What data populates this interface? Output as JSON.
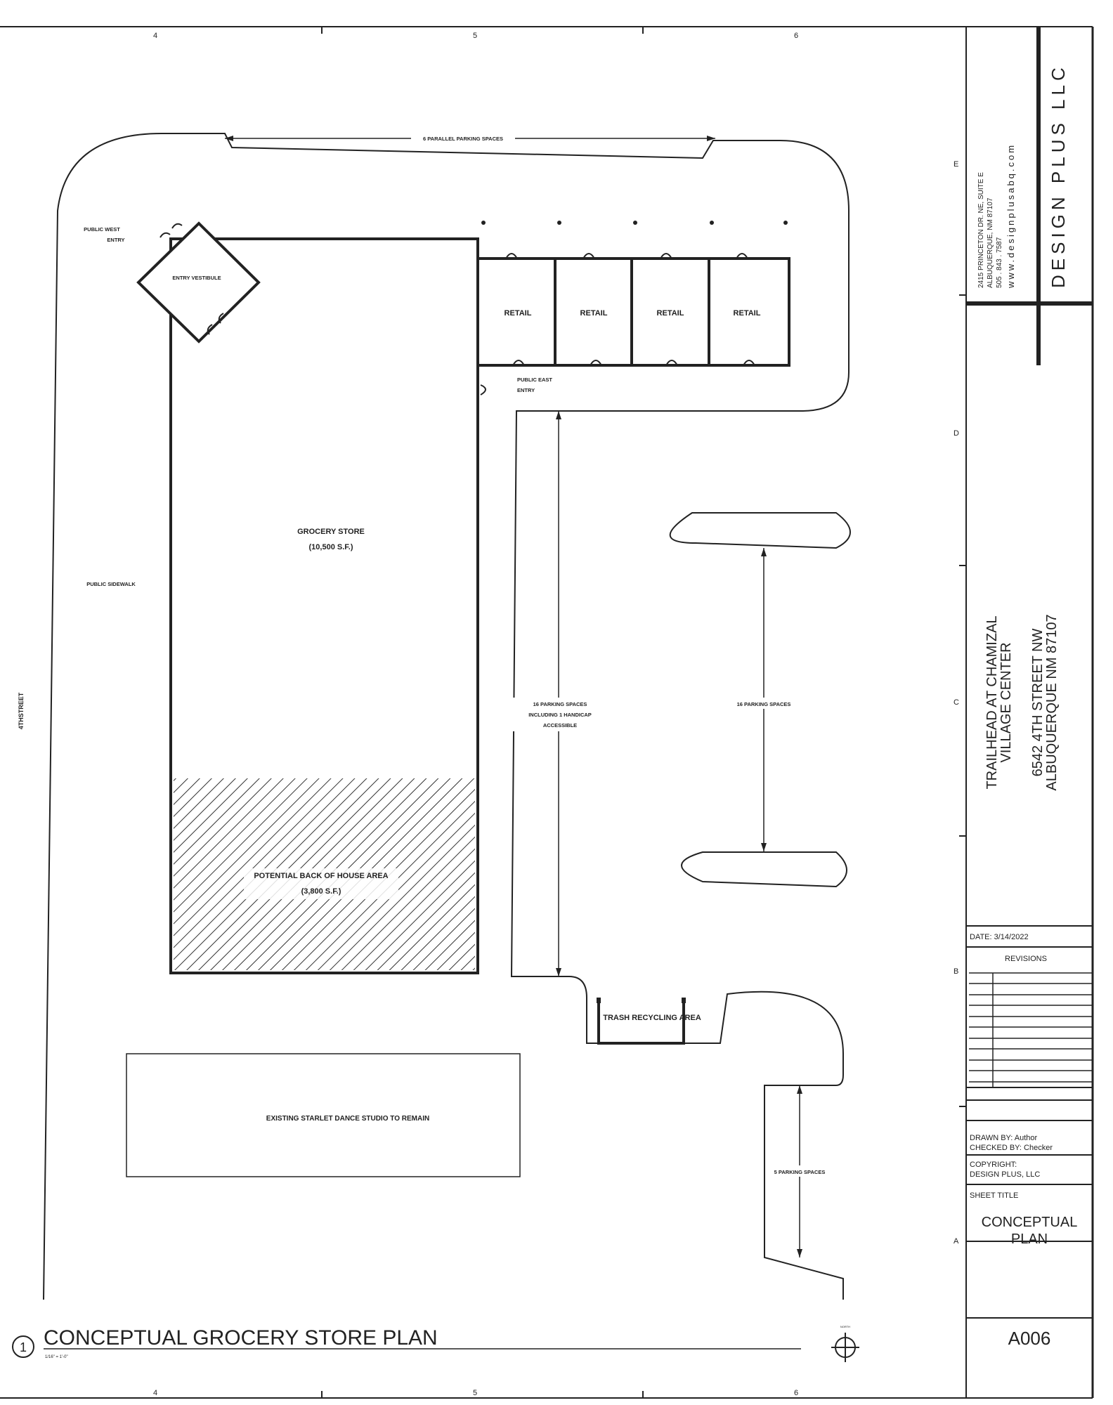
{
  "drawing": {
    "title": "CONCEPTUAL GROCERY STORE PLAN",
    "detail_number": "1",
    "scale": "1/16\" = 1'-0\"",
    "grid_top": [
      "4",
      "5",
      "6"
    ],
    "grid_bottom": [
      "4",
      "5",
      "6"
    ],
    "grid_side": [
      "E",
      "D",
      "C",
      "B",
      "A"
    ],
    "north_label": "NORTH"
  },
  "labels": {
    "parallel_parking": "6 PARALLEL PARKING SPACES",
    "public_west_entry_1": "PUBLIC WEST",
    "public_west_entry_2": "ENTRY",
    "entry_vestibule": "ENTRY VESTIBULE",
    "retail": [
      "RETAIL",
      "RETAIL",
      "RETAIL",
      "RETAIL"
    ],
    "public_east_entry_1": "PUBLIC EAST",
    "public_east_entry_2": "ENTRY",
    "grocery_store_1": "GROCERY STORE",
    "grocery_store_2": "(10,500 S.F.)",
    "public_sidewalk": "PUBLIC SIDEWALK",
    "street": "4THSTREET",
    "parking_left_1": "16 PARKING SPACES",
    "parking_left_2": "INCLUDING 1 HANDICAP",
    "parking_left_3": "ACCESSIBLE",
    "parking_right": "16 PARKING SPACES",
    "back_of_house_1": "POTENTIAL BACK OF HOUSE AREA",
    "back_of_house_2": "(3,800 S.F.)",
    "trash": "TRASH RECYCLING AREA",
    "dance_studio": "EXISTING STARLET DANCE STUDIO TO REMAIN",
    "parking_bottom": "5 PARKING SPACES"
  },
  "title_block": {
    "address_1": "2415 PRINCETON DR. NE, SUITE E",
    "address_2": "ALBUQUERQUE, NM 87107",
    "phone": "505 . 843 . 7587",
    "website": "www.designplusabq.com",
    "firm": "DESIGN PLUS LLC",
    "project_1": "TRAILHEAD AT CHAMIZAL",
    "project_2": "VILLAGE CENTER",
    "project_3": "6542 4TH STREET NW",
    "project_4": "ALBUQUERQUE NM 87107",
    "date": "DATE: 3/14/2022",
    "revisions": "REVISIONS",
    "drawn_by": "DRAWN BY:  Author",
    "checked_by": "CHECKED BY:  Checker",
    "copyright_1": "COPYRIGHT:",
    "copyright_2": "DESIGN PLUS, LLC",
    "sheet_title_label": "SHEET TITLE",
    "sheet_title_1": "CONCEPTUAL",
    "sheet_title_2": "PLAN",
    "sheet_number": "A006"
  }
}
